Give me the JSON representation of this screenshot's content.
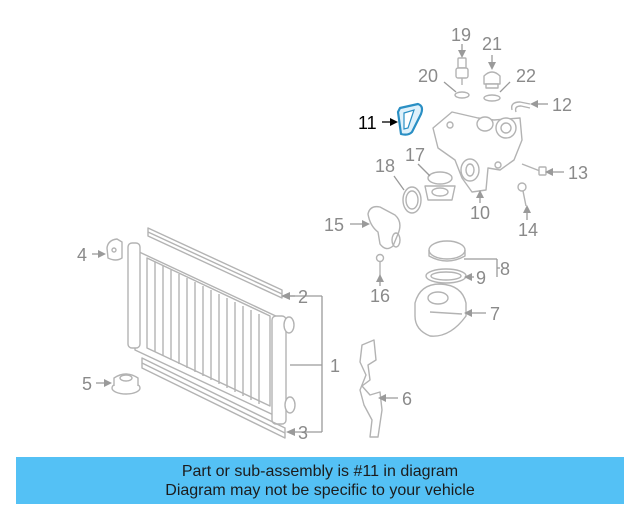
{
  "highlight_color": "#2a8fc4",
  "banner_color": "#54c1f5",
  "highlighted_part": "11",
  "callouts": {
    "c1": "1",
    "c2": "2",
    "c3": "3",
    "c4": "4",
    "c5": "5",
    "c6": "6",
    "c7": "7",
    "c8": "8",
    "c9": "9",
    "c10": "10",
    "c11": "11",
    "c12": "12",
    "c13": "13",
    "c14": "14",
    "c15": "15",
    "c16": "16",
    "c17": "17",
    "c18": "18",
    "c19": "19",
    "c20": "20",
    "c21": "21",
    "c22": "22"
  },
  "banner": {
    "line1": "Part or sub-assembly is #11 in diagram",
    "line2": "Diagram may not be specific to your vehicle"
  }
}
